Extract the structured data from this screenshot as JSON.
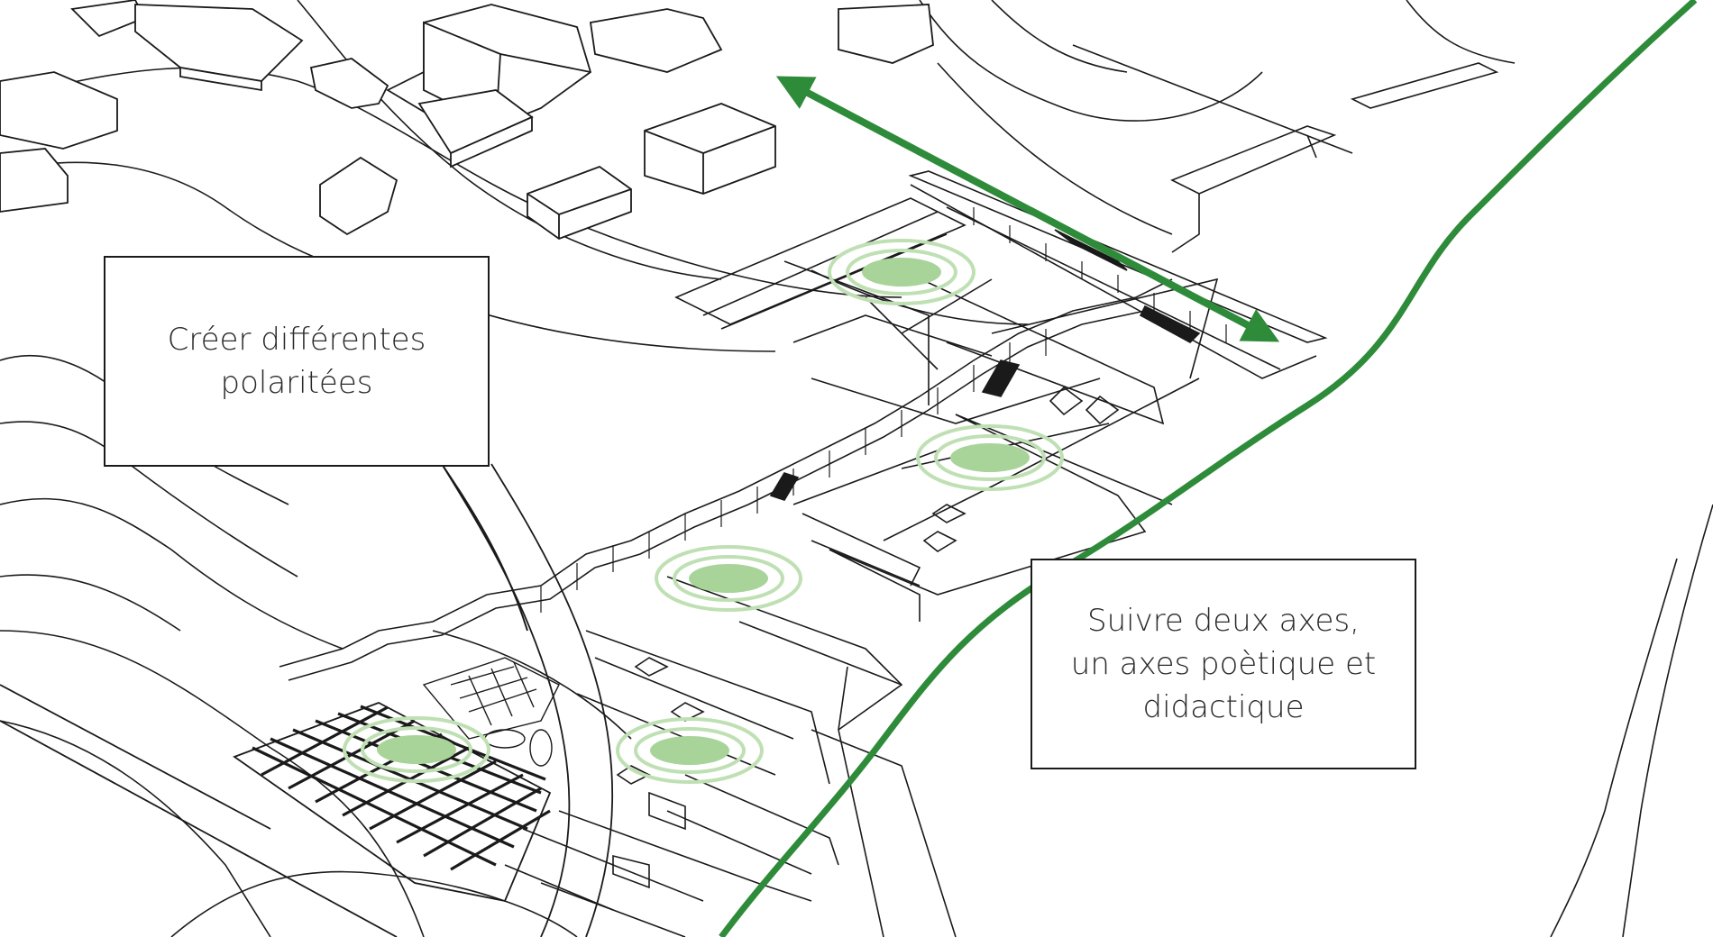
{
  "callouts": {
    "polarities": {
      "lines": [
        "Créer différentes",
        "polaritées"
      ]
    },
    "axes": {
      "lines": [
        "Suivre deux axes,",
        "un axes poètique et",
        "didactique"
      ]
    }
  },
  "colors": {
    "axis_green": "#2e8b3a",
    "polarity_fill": "#a8d49a",
    "polarity_ring": "#bfe0b3",
    "ink": "#1a1a1a"
  },
  "icons": {
    "axis_arrow": "double-headed-arrow-icon",
    "polarity_marker": "concentric-ellipse-icon"
  }
}
